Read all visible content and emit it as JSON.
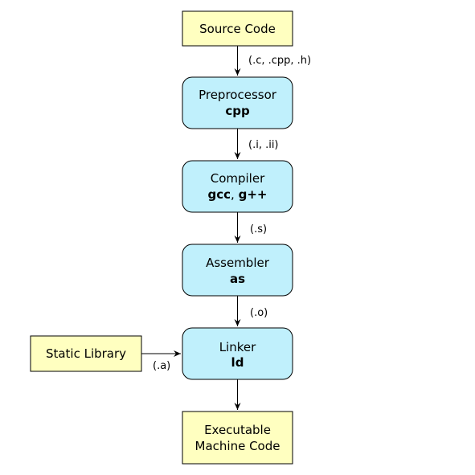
{
  "colors": {
    "file_fill": "#ffffc0",
    "tool_fill": "#c0f0fc",
    "stroke": "#000000"
  },
  "nodes": {
    "source": {
      "label": "Source Code"
    },
    "preprocessor": {
      "label": "Preprocessor",
      "tool": "cpp"
    },
    "compiler": {
      "label": "Compiler",
      "tool_a": "gcc",
      "sep": ", ",
      "tool_b": "g++"
    },
    "assembler": {
      "label": "Assembler",
      "tool": "as"
    },
    "linker": {
      "label": "Linker",
      "tool": "ld"
    },
    "static_library": {
      "label": "Static Library"
    },
    "executable": {
      "line1": "Executable",
      "line2": "Machine Code"
    }
  },
  "edges": {
    "source_to_pre": "(.c, .cpp, .h)",
    "pre_to_comp": "(.i, .ii)",
    "comp_to_asm": "(.s)",
    "asm_to_link": "(.o)",
    "lib_to_link": "(.a)"
  }
}
